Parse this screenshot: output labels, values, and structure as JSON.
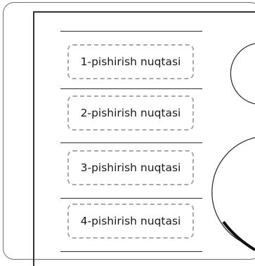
{
  "cooking_zones": [
    {
      "label": "1-pishirish nuqtasi"
    },
    {
      "label": "2-pishirish nuqtasi"
    },
    {
      "label": "3-pishirish nuqtasi"
    },
    {
      "label": "4-pishirish nuqtasi"
    }
  ],
  "colors": {
    "frame": "#6f6f6f",
    "dash": "#a9a9a9",
    "line": "#2b2b2b"
  }
}
